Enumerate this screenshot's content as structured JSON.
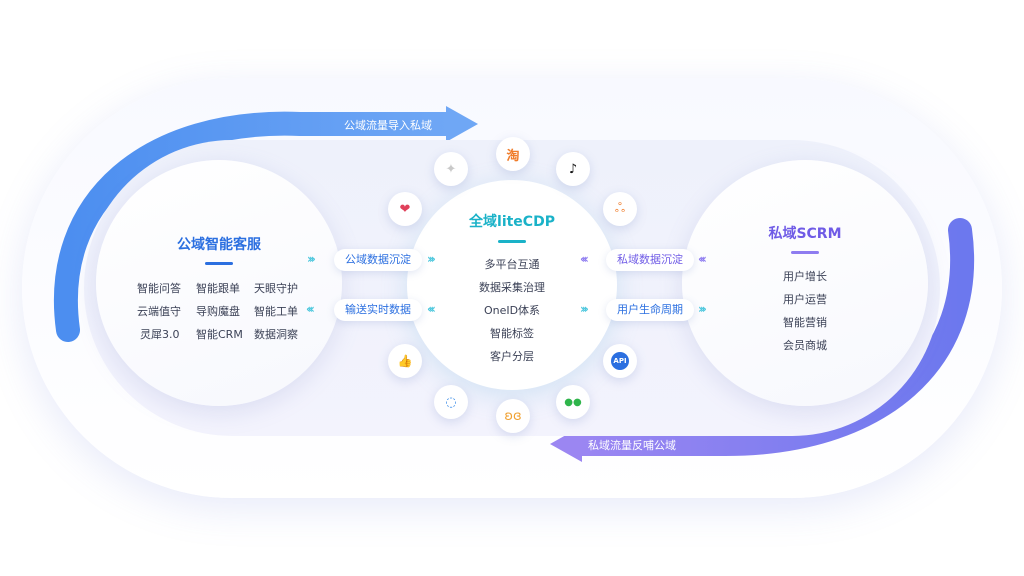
{
  "flow_top": "公域流量导入私域",
  "flow_bottom": "私域流量反哺公域",
  "left": {
    "title": "公域智能客服",
    "grid": [
      [
        "智能问答",
        "智能跟单",
        "天眼守护"
      ],
      [
        "云端值守",
        "导购魔盘",
        "智能工单"
      ],
      [
        "灵犀3.0",
        "智能CRM",
        "数据洞察"
      ]
    ]
  },
  "center": {
    "title": "全域liteCDP",
    "items": [
      "多平台互通",
      "数据采集治理",
      "OneID体系",
      "智能标签",
      "客户分层"
    ]
  },
  "right": {
    "title": "私域SCRM",
    "items": [
      "用户增长",
      "用户运营",
      "智能营销",
      "会员商城"
    ]
  },
  "connectors": {
    "left_top": "公域数据沉淀",
    "left_bottom": "输送实时数据",
    "right_top": "私域数据沉淀",
    "right_bottom": "用户生命周期"
  },
  "chevrons": {
    "right": "›››",
    "left": "‹‹‹"
  },
  "icons": {
    "taobao": "淘",
    "tiktok": "♪",
    "bird": "✦",
    "heart": "❤",
    "knot": "ஃ",
    "thumb": "👍",
    "api": "API",
    "chat": "◌",
    "wechat": "●●",
    "butterfly": "ʚɞ"
  },
  "colors": {
    "teal": "#1ab2c8",
    "blue": "#2b6fe0",
    "purple": "#6f5be6",
    "arrow_blue": "#5a8df2",
    "arrow_purple": "#8e7cf0"
  }
}
